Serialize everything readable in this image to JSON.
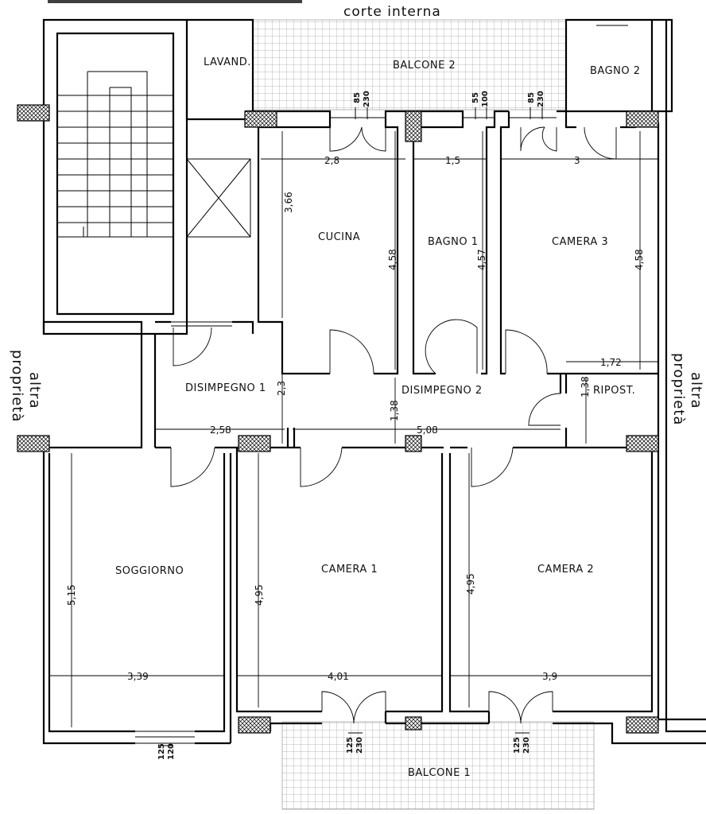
{
  "header": {
    "top_label": "corte interna"
  },
  "side_labels": {
    "left": [
      "altra",
      "proprietà"
    ],
    "right": [
      "altra",
      "proprietà"
    ]
  },
  "rooms": {
    "lavanderia": "LAVAND.",
    "balcone2": "BALCONE 2",
    "bagno2": "BAGNO 2",
    "cucina": "CUCINA",
    "bagno1": "BAGNO 1",
    "camera3": "CAMERA 3",
    "disimpegno1": "DISIMPEGNO 1",
    "disimpegno2": "DISIMPEGNO 2",
    "ripostiglio": "RIPOST.",
    "soggiorno": "SOGGIORNO",
    "camera1": "CAMERA 1",
    "camera2": "CAMERA 2",
    "balcone1": "BALCONE 1"
  },
  "dimensions": {
    "cucina_w": "2,8",
    "bagno1_w": "1,5",
    "camera3_w": "3",
    "cucina_h_left": "3,66",
    "cucina_h_right": "4,58",
    "bagno1_h": "4,57",
    "camera3_h": "4,58",
    "dis1_h": "2,3",
    "dis1_w": "2,58",
    "dis2_h": "1,38",
    "dis2_w": "5,08",
    "ripost_w": "1,72",
    "ripost_h": "1,38",
    "soggiorno_h": "5,15",
    "soggiorno_w": "3,39",
    "camera1_h": "4,95",
    "camera1_w": "4,01",
    "camera2_h": "4,95",
    "camera2_w": "3,9"
  },
  "openings": {
    "top_left_a": "85",
    "top_left_b": "230",
    "top_mid_a": "55",
    "top_mid_b": "100",
    "top_right_a": "85",
    "top_right_b": "230",
    "bot_left_a": "125",
    "bot_left_b": "120",
    "bot_mid_a": "125",
    "bot_mid_b": "230",
    "bot_right_a": "125",
    "bot_right_b": "230"
  }
}
